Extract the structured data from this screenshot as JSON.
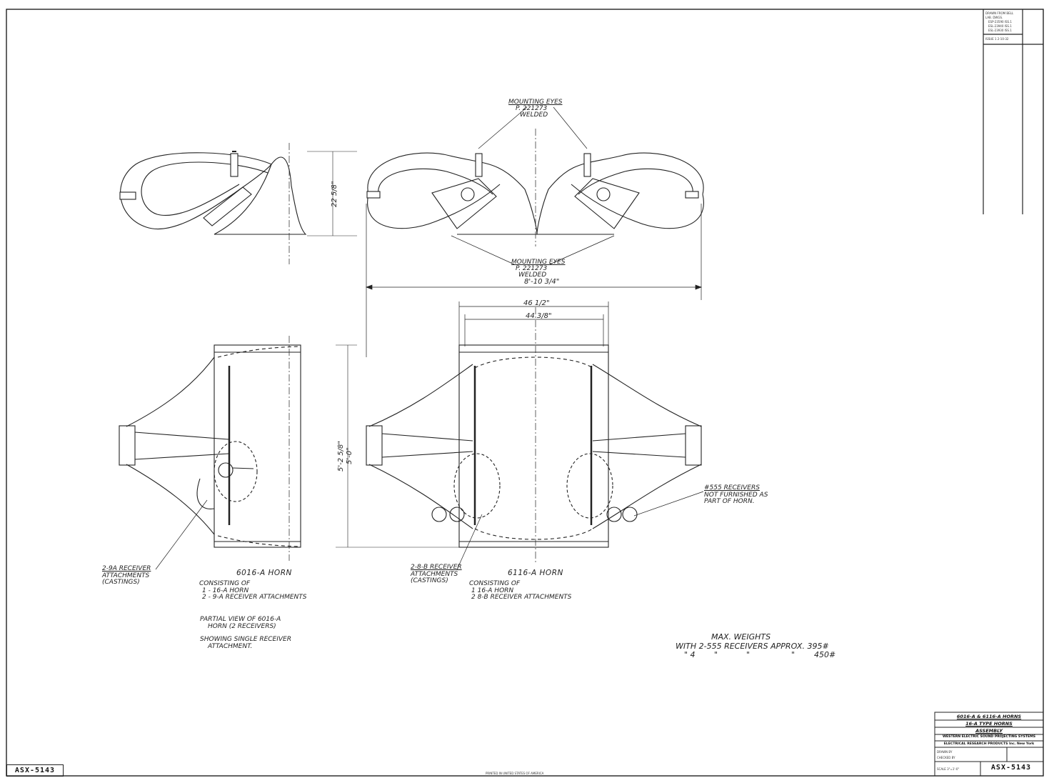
{
  "drawing_number": "ASX-5143",
  "printed_note": "PRINTED IN UNITED STATES OF AMERICA",
  "top_callouts": {
    "mounting_eyes_top": [
      "MOUNTING EYES",
      "P. 221273",
      "WELDED"
    ],
    "mounting_eyes_bottom": [
      "MOUNTING EYES",
      "P. 221273",
      "WELDED"
    ]
  },
  "dimensions": {
    "height_top_view": "22 5/8\"",
    "overall_width": "8'-10 3/4\"",
    "width_outer": "46 1/2\"",
    "width_inner": "44 3/8\"",
    "height_5_2": "5'-2 5/8\"",
    "height_5_0": "5'-0\""
  },
  "horn_6016": {
    "callout": [
      "2-9A RECEIVER",
      "ATTACHMENTS",
      "(CASTINGS)"
    ],
    "title": "6016-A HORN",
    "consisting": [
      "CONSISTING OF",
      "1 - 16-A HORN",
      "2 - 9-A RECEIVER ATTACHMENTS"
    ],
    "partial": [
      "PARTIAL VIEW OF 6016-A",
      "HORN (2 RECEIVERS)"
    ],
    "showing": [
      "SHOWING SINGLE RECEIVER",
      "ATTACHMENT."
    ]
  },
  "horn_6116": {
    "callout": [
      "2-8-B RECEIVER",
      "ATTACHMENTS",
      "(CASTINGS)"
    ],
    "title": "6116-A HORN",
    "consisting": [
      "CONSISTING OF",
      "1  16-A HORN",
      "2  8-B RECEIVER ATTACHMENTS"
    ]
  },
  "receivers_note": [
    "#555 RECEIVERS",
    "NOT FURNISHED AS",
    "PART OF HORN."
  ],
  "weights": {
    "title": "MAX. WEIGHTS",
    "line1": "WITH 2-555 RECEIVERS APPROX. 395#",
    "line2_qty": "\" 4",
    "line2_weight": "450#"
  },
  "title_block": {
    "line1": "6016-A & 6116-A HORNS",
    "line2": "16-A TYPE HORNS",
    "line3": "ASSEMBLY",
    "line4": "WESTERN ELECTRIC SOUND PROJECTING SYSTEMS",
    "line5": "ELECTRICAL RESEARCH PRODUCTS Inc. New York",
    "drawn": "DRAWN BY",
    "checked": "CHECKED BY",
    "scale": "SCALE 3\"=1'-0\"",
    "number": "ASX-5143"
  },
  "revision_block": [
    "DRAWN FROM BELL",
    "LAB. DWGS.",
    "ESP-23590 ISS.1",
    "ESL-23940 ISS.1",
    "ESL-23930 ISS.1",
    "ISSUE 1  2-10-32"
  ]
}
